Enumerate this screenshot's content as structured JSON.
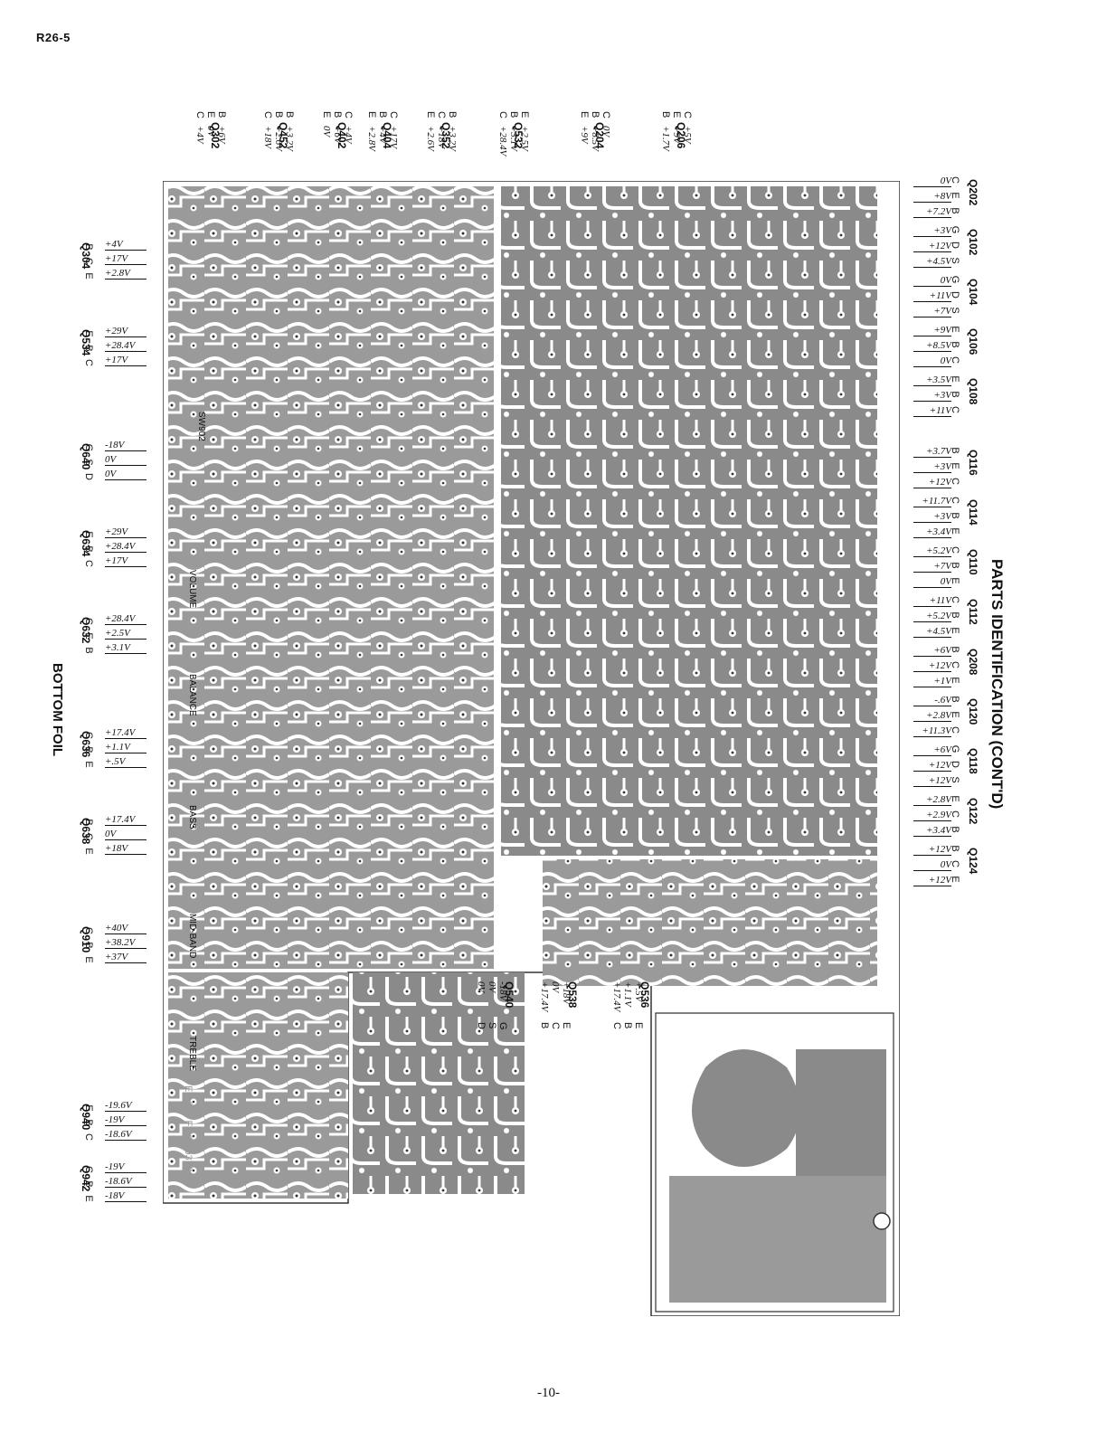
{
  "page": {
    "page_ref": "R26-5",
    "page_number": "-10-",
    "title": "PARTS IDENTIFICATION (CONT'D)",
    "board_caption": "BOTTOM FOIL"
  },
  "colors": {
    "foil": "#8b8b8b",
    "ink": "#111111",
    "paper": "#ffffff"
  },
  "transistors": {
    "top": [
      {
        "name": "Q302",
        "pins": [
          "C",
          "E",
          "B"
        ],
        "volts": [
          "+4V",
          "0V",
          "+6V"
        ]
      },
      {
        "name": "Q452",
        "pins": [
          "C",
          "B",
          "B"
        ],
        "volts": [
          "+18V",
          "+2.6V",
          "+3.2V"
        ]
      },
      {
        "name": "Q402",
        "pins": [
          "E",
          "B",
          "C"
        ],
        "volts": [
          "0V",
          "+6V",
          "+4V"
        ]
      },
      {
        "name": "Q404",
        "pins": [
          "E",
          "B",
          "C"
        ],
        "volts": [
          "+2.8V",
          "+4V",
          "+17V"
        ]
      },
      {
        "name": "Q352",
        "pins": [
          "E",
          "C",
          "B"
        ],
        "volts": [
          "+2.6V",
          "+18V",
          "+3.2V"
        ]
      },
      {
        "name": "Q532",
        "pins": [
          "C",
          "B",
          "E"
        ],
        "volts": [
          "+28.4V",
          "+3.1V",
          "+2.5V"
        ]
      },
      {
        "name": "Q204",
        "pins": [
          "E",
          "B",
          "C"
        ],
        "volts": [
          "+9V",
          "+8.5V",
          "0V"
        ]
      },
      {
        "name": "Q206",
        "pins": [
          "B",
          "E",
          "C"
        ],
        "volts": [
          "+1.7V",
          "+9V",
          "+5V"
        ]
      }
    ],
    "right": [
      {
        "name": "Q202",
        "pins": [
          "C",
          "E",
          "B"
        ],
        "volts": [
          "0V",
          "+8V",
          "+7.2V"
        ]
      },
      {
        "name": "Q102",
        "pins": [
          "G",
          "D",
          "S"
        ],
        "volts": [
          "+3V",
          "+12V",
          "+4.5V"
        ]
      },
      {
        "name": "Q104",
        "pins": [
          "G",
          "D",
          "S"
        ],
        "volts": [
          "0V",
          "+11V",
          "+7V"
        ]
      },
      {
        "name": "Q106",
        "pins": [
          "E",
          "B",
          "C"
        ],
        "volts": [
          "+9V",
          "+8.5V",
          "0V"
        ]
      },
      {
        "name": "Q108",
        "pins": [
          "E",
          "B",
          "C"
        ],
        "volts": [
          "+3.5V",
          "+3V",
          "+11V"
        ]
      },
      {
        "name": "Q116",
        "pins": [
          "B",
          "E",
          "C"
        ],
        "volts": [
          "+3.7V",
          "+3V",
          "+12V"
        ]
      },
      {
        "name": "Q114",
        "pins": [
          "C",
          "B",
          "E"
        ],
        "volts": [
          "+11.7V",
          "+3V",
          "+3.4V"
        ]
      },
      {
        "name": "Q110",
        "pins": [
          "C",
          "B",
          "E"
        ],
        "volts": [
          "+5.2V",
          "+7V",
          "0V"
        ]
      },
      {
        "name": "Q112",
        "pins": [
          "C",
          "B",
          "E"
        ],
        "volts": [
          "+11V",
          "+5.2V",
          "+4.5V"
        ]
      },
      {
        "name": "Q208",
        "pins": [
          "B",
          "C",
          "E"
        ],
        "volts": [
          "+6V",
          "+12V",
          "+1V"
        ]
      },
      {
        "name": "Q120",
        "pins": [
          "B",
          "E",
          "C"
        ],
        "volts": [
          "-.6V",
          "+2.8V",
          "+11.3V"
        ]
      },
      {
        "name": "Q118",
        "pins": [
          "G",
          "D",
          "S"
        ],
        "volts": [
          "+6V",
          "+12V",
          "+12V"
        ]
      },
      {
        "name": "Q122",
        "pins": [
          "E",
          "C",
          "B"
        ],
        "volts": [
          "+2.8V",
          "+2.9V",
          "+3.4V"
        ]
      },
      {
        "name": "Q124",
        "pins": [
          "B",
          "C",
          "E"
        ],
        "volts": [
          "+12V",
          "0V",
          "+12V"
        ]
      }
    ],
    "left": [
      {
        "name": "Q304",
        "pins": [
          "B",
          "C",
          "E"
        ],
        "volts": [
          "+4V",
          "+17V",
          "+2.8V"
        ]
      },
      {
        "name": "Q534",
        "pins": [
          "E",
          "B",
          "C"
        ],
        "volts": [
          "+29V",
          "+28.4V",
          "+17V"
        ]
      },
      {
        "name": "Q640",
        "pins": [
          "G",
          "S",
          "D"
        ],
        "volts": [
          "-18V",
          "0V",
          "0V"
        ]
      },
      {
        "name": "Q634",
        "pins": [
          "E",
          "B",
          "C"
        ],
        "volts": [
          "+29V",
          "+28.4V",
          "+17V"
        ]
      },
      {
        "name": "Q632",
        "pins": [
          "C",
          "E",
          "B"
        ],
        "volts": [
          "+28.4V",
          "+2.5V",
          "+3.1V"
        ]
      },
      {
        "name": "Q636",
        "pins": [
          "C",
          "B",
          "E"
        ],
        "volts": [
          "+17.4V",
          "+1.1V",
          "+.5V"
        ]
      },
      {
        "name": "Q638",
        "pins": [
          "B",
          "C",
          "E"
        ],
        "volts": [
          "+17.4V",
          "0V",
          "+18V"
        ]
      },
      {
        "name": "Q910",
        "pins": [
          "C",
          "B",
          "E"
        ],
        "volts": [
          "+40V",
          "+38.2V",
          "+37V"
        ]
      },
      {
        "name": "Q940",
        "pins": [
          "E",
          "B",
          "C"
        ],
        "volts": [
          "-19.6V",
          "-19V",
          "-18.6V"
        ]
      },
      {
        "name": "Q942",
        "pins": [
          "C",
          "B",
          "E"
        ],
        "volts": [
          "-19V",
          "-18.6V",
          "-18V"
        ]
      }
    ],
    "bottom": [
      {
        "name": "Q536",
        "pins": [
          "C",
          "B",
          "E"
        ],
        "volts": [
          "+17.4V",
          "+1.1V",
          "+.5V"
        ]
      },
      {
        "name": "Q538",
        "pins": [
          "B",
          "C",
          "E"
        ],
        "volts": [
          "+17.4V",
          "0V",
          "+18V"
        ]
      },
      {
        "name": "Q540",
        "pins": [
          "D",
          "S",
          "G"
        ],
        "volts": [
          "0V",
          "0V",
          "-18V"
        ]
      }
    ]
  }
}
